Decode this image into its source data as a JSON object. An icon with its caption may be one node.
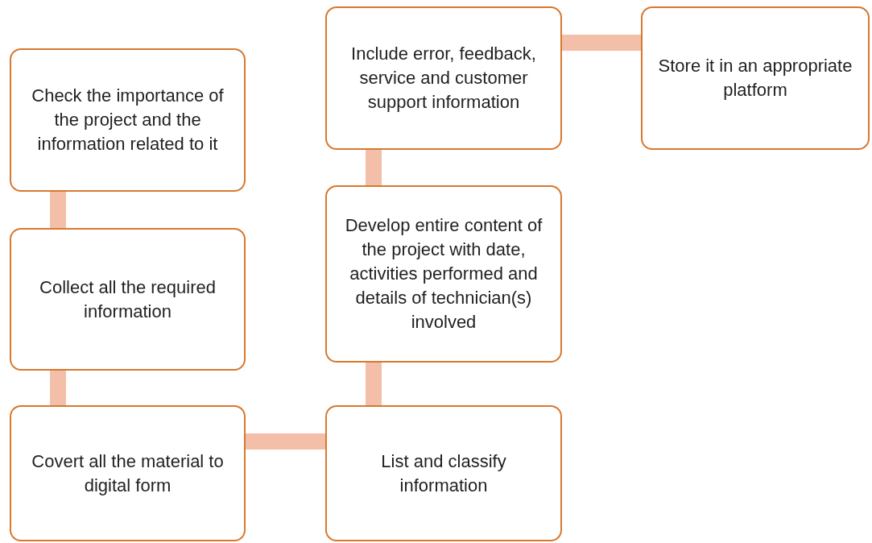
{
  "diagram": {
    "nodes": [
      {
        "text": [
          "Check the importance of the project and the information related to it"
        ]
      },
      {
        "text": [
          "Collect all the required information"
        ]
      },
      {
        "text": [
          "Covert all the material to digital form"
        ]
      },
      {
        "text": [
          "List and classify information"
        ]
      },
      {
        "text": [
          "Develop entire content of the project with date, activities performed and details of technician(s) involved"
        ]
      },
      {
        "text": [
          "Include error, feedback, service and customer support information"
        ]
      },
      {
        "text": [
          "Store it in an appropriate platform"
        ]
      }
    ],
    "edges": [
      {
        "from": 0,
        "to": 1,
        "arrow": "none"
      },
      {
        "from": 1,
        "to": 2,
        "arrow": "none"
      },
      {
        "from": 2,
        "to": 3,
        "arrow": "none"
      },
      {
        "from": 3,
        "to": 4,
        "arrow": "none"
      },
      {
        "from": 4,
        "to": 5,
        "arrow": "none"
      },
      {
        "from": 5,
        "to": 6,
        "arrow": "none"
      }
    ]
  }
}
